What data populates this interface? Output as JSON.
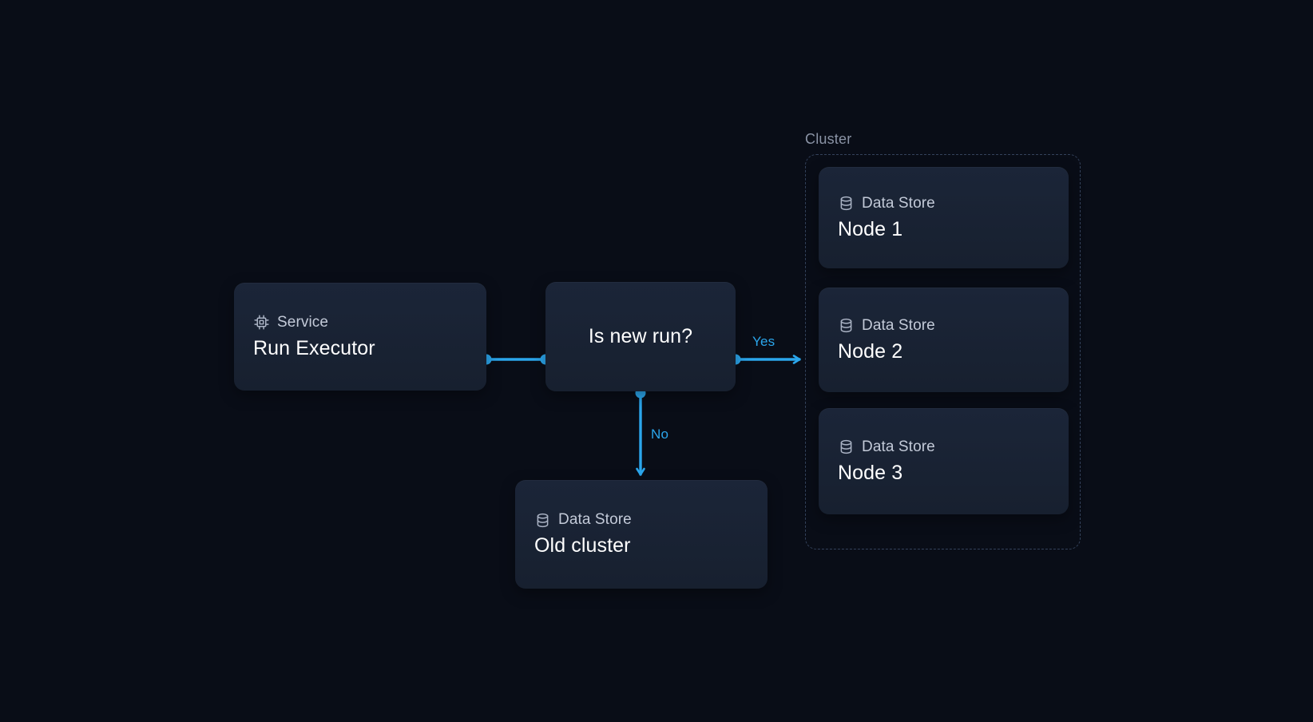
{
  "diagram": {
    "background_color": "#090d17",
    "accent_color": "#2ba6ec",
    "node_fill_color": "#1b2538",
    "group": {
      "label": "Cluster",
      "border_style": "dashed",
      "border_color": "#33415a"
    },
    "nodes": [
      {
        "id": "run-executor",
        "type_label": "Service",
        "title": "Run Executor",
        "icon": "cpu-icon"
      },
      {
        "id": "is-new-run",
        "type_label": "",
        "title": "Is new run?",
        "icon": ""
      },
      {
        "id": "old-cluster",
        "type_label": "Data Store",
        "title": "Old cluster",
        "icon": "database-icon"
      },
      {
        "id": "node-1",
        "type_label": "Data Store",
        "title": "Node 1",
        "icon": "database-icon"
      },
      {
        "id": "node-2",
        "type_label": "Data Store",
        "title": "Node 2",
        "icon": "database-icon"
      },
      {
        "id": "node-3",
        "type_label": "Data Store",
        "title": "Node 3",
        "icon": "database-icon"
      }
    ],
    "edges": [
      {
        "id": "run-executor-to-decision",
        "from": "run-executor",
        "to": "is-new-run",
        "label": ""
      },
      {
        "id": "decision-to-cluster",
        "from": "is-new-run",
        "to": "node-2",
        "label": "Yes"
      },
      {
        "id": "decision-to-old-cluster",
        "from": "is-new-run",
        "to": "old-cluster",
        "label": "No"
      }
    ]
  }
}
